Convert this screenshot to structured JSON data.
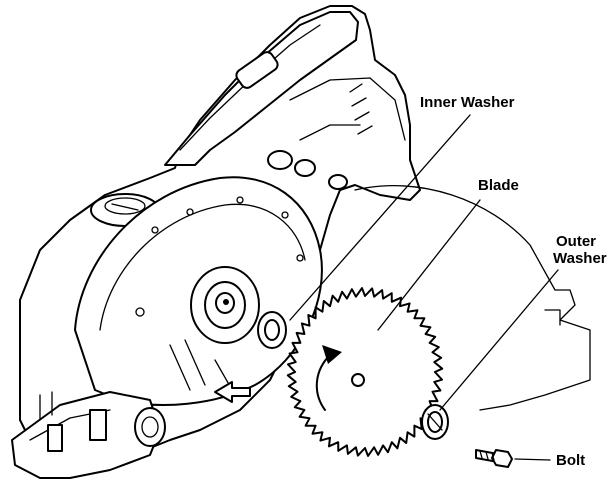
{
  "labels": {
    "inner_washer": "Inner Washer",
    "blade": "Blade",
    "outer_washer_line1": "Outer",
    "outer_washer_line2": "Washer",
    "bolt": "Bolt"
  },
  "colors": {
    "ink": "#000000",
    "paper": "#ffffff"
  }
}
